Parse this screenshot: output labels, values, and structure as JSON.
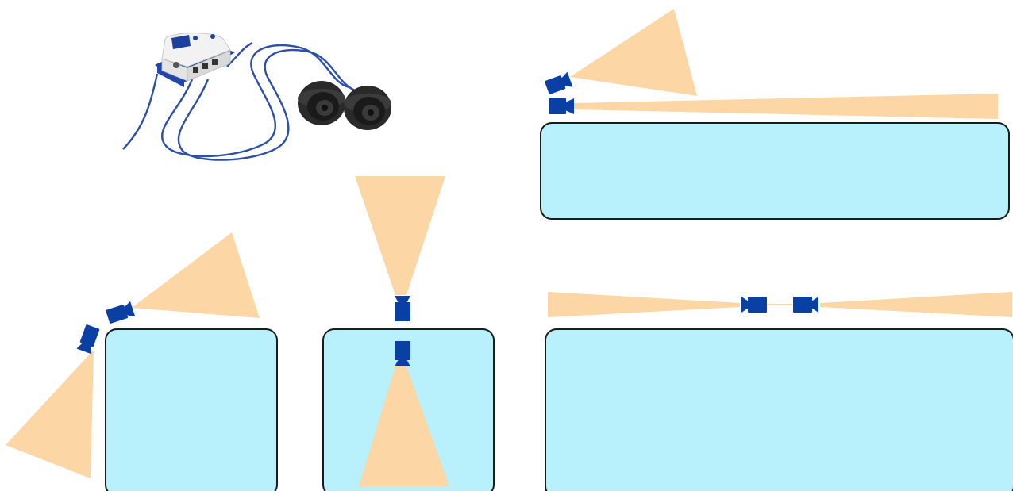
{
  "figure": {
    "colors": {
      "room_fill": "#b8f0fc",
      "room_stroke": "#1b1b1b",
      "fov_cone": "#fdd6a5",
      "camera": "#0a3fa3",
      "cable": "#2d4fa8",
      "sensor_housing": "#2a2a2a",
      "base_unit": "#f2f2f2"
    },
    "product_photo": {
      "icon": "dual-sensor-camera-kit-icon",
      "parts": [
        "base-unit",
        "sensor-module-left",
        "sensor-module-right",
        "cables"
      ]
    },
    "layouts": [
      {
        "name": "corner-outside-two-directions",
        "cameras": 2,
        "icon": "camera-icon"
      },
      {
        "name": "wall-front-and-back",
        "cameras": 2,
        "icon": "camera-icon"
      },
      {
        "name": "roof-edge-wide-and-long",
        "cameras": 2,
        "icon": "camera-icon"
      },
      {
        "name": "rooftop-both-directions",
        "cameras": 2,
        "icon": "camera-icon"
      }
    ]
  }
}
